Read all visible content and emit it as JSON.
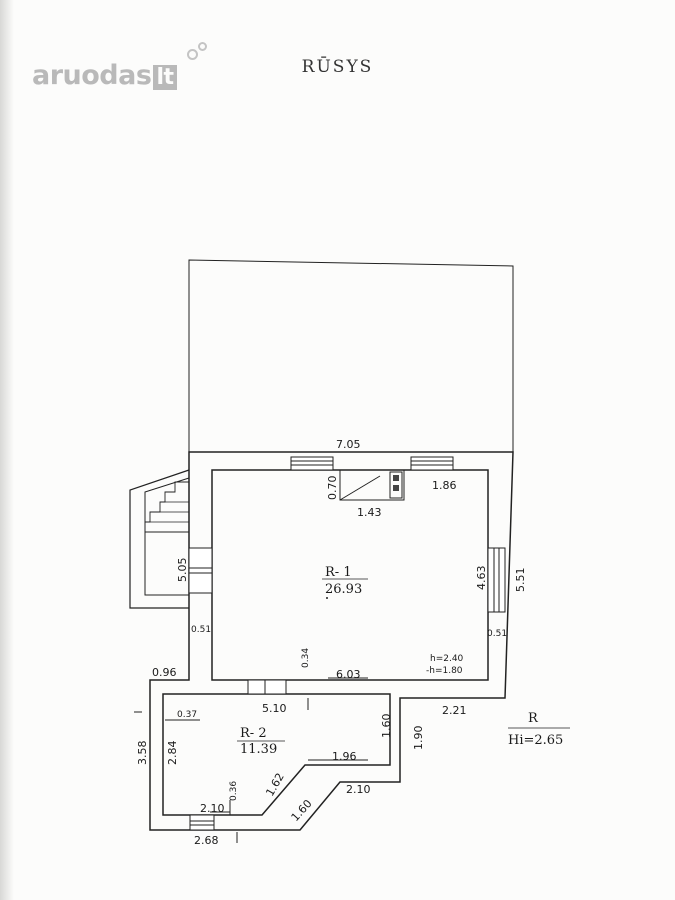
{
  "watermark": {
    "brand": "aruodas",
    "tld": "lt"
  },
  "plan_title": "RŪSYS",
  "rooms": [
    {
      "id": "R- 1",
      "area": "26.93"
    },
    {
      "id": "R- 2",
      "area": "11.39"
    }
  ],
  "room1_heights": {
    "h": "h=2.40",
    "h_minus": "-h=1.80"
  },
  "outside": {
    "label": "R",
    "height": "Hi=2.65"
  },
  "dimensions": {
    "top_width": "7.05",
    "niche_depth": "0.70",
    "niche_width": "1.43",
    "right_of_niche": "1.86",
    "left_wall": "5.05",
    "right_inner": "4.63",
    "right_outer": "5.51",
    "left_wall_thk": "0.51",
    "right_wall_thk": "0.51",
    "bottom_inner": "6.03",
    "bottom_wall": "0.34",
    "step_left": "0.96",
    "r2_top": "5.10",
    "r2_wall": "0.37",
    "r2_right_inner": "1.60",
    "step_right": "2.21",
    "r2_right_outer": "1.90",
    "left_outer": "3.58",
    "r2_left_inner": "2.84",
    "r2_mid": "1.96",
    "r2_diag_inner": "1.62",
    "r2_diag_outer_width": "2.10",
    "r2_diag_outer": "1.60",
    "r2_bottom_inner": "2.10",
    "r2_bottom_thk": "0.36",
    "r2_bottom_outer": "2.68"
  }
}
